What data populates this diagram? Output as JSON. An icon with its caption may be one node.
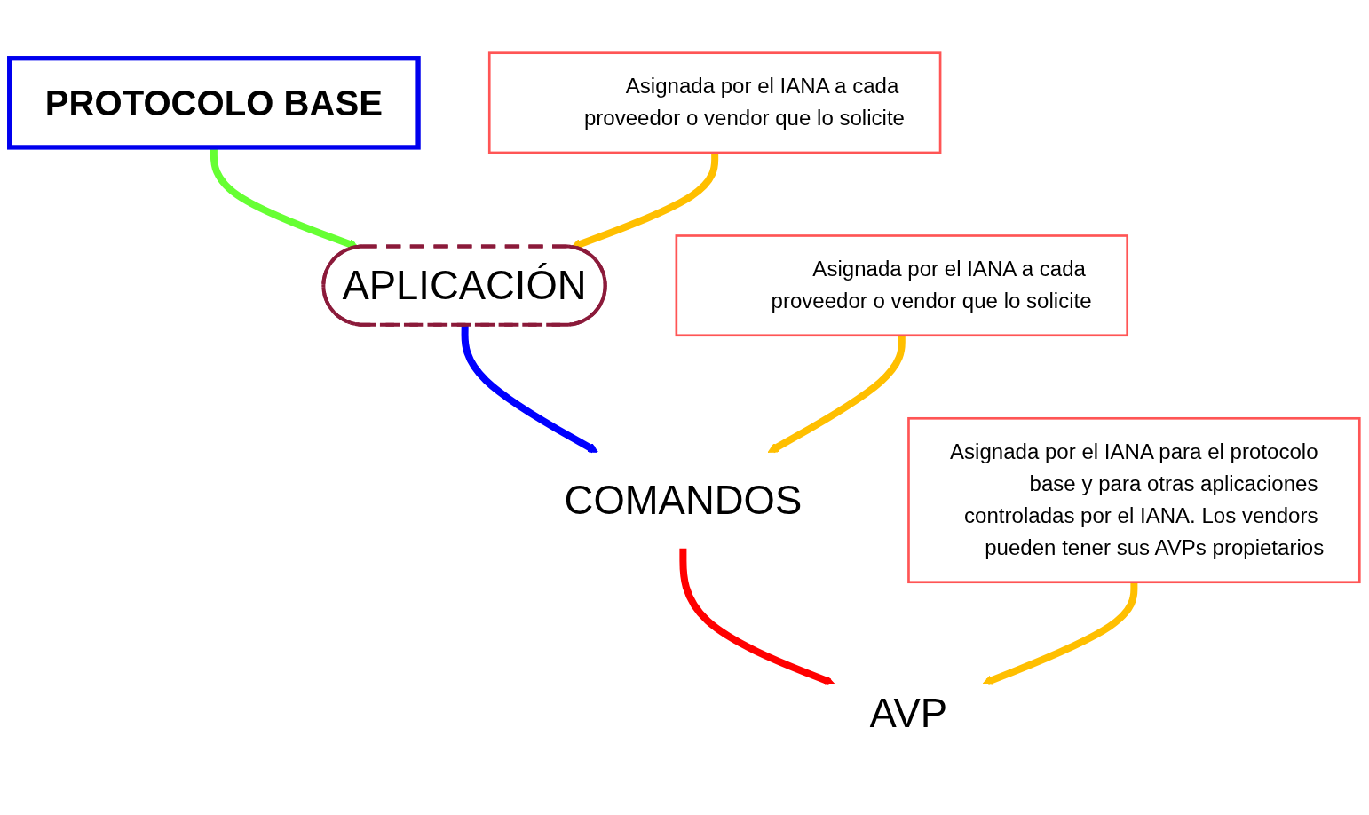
{
  "diagram": {
    "nodes": [
      {
        "text": [
          "PROTOCOLO BASE"
        ]
      },
      {
        "text": [
          "APLICACIÓN"
        ]
      },
      {
        "text": [
          "COMANDOS"
        ]
      },
      {
        "text": [
          "AVP"
        ]
      },
      {
        "text": [
          "Asignada por el IANA a cada proveedor o vendor que lo solicite"
        ]
      },
      {
        "text": [
          "Asignada por el IANA a cada proveedor o vendor que lo solicite"
        ]
      },
      {
        "text": [
          "Asignada por el IANA para el protocolo base y para otras aplicaciones controladas por el IANA. Los vendors pueden tener sus AVPs propietarios"
        ]
      }
    ],
    "edges": [
      {
        "from": 0,
        "to": 1,
        "arrow": "to",
        "color": "#66ff33"
      },
      {
        "from": 1,
        "to": 2,
        "arrow": "to",
        "color": "#0000ff"
      },
      {
        "from": 2,
        "to": 3,
        "arrow": "to",
        "color": "#ff0000"
      },
      {
        "from": 4,
        "to": 1,
        "arrow": "to"
      },
      {
        "from": 5,
        "to": 2,
        "arrow": "to"
      },
      {
        "from": 6,
        "to": 3,
        "arrow": "to"
      }
    ]
  }
}
